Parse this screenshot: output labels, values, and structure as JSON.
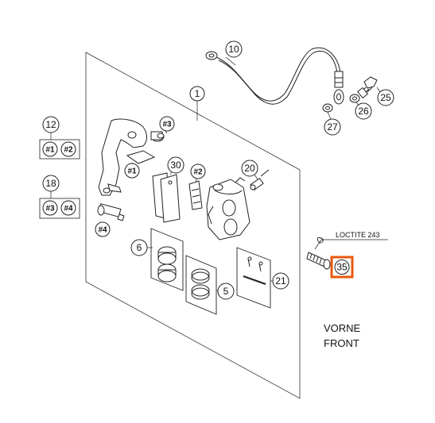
{
  "callouts": {
    "c1": "1",
    "c3": "#3",
    "c1b": "#1",
    "c2b": "#2",
    "c30": "30",
    "c20": "20",
    "c4": "#4",
    "c6": "6",
    "c5": "5",
    "c21": "21",
    "c10": "10",
    "c25": "25",
    "c26": "26",
    "c27": "27",
    "c12": "12",
    "c12a": "#1",
    "c12b": "#2",
    "c18": "18",
    "c18a": "#3",
    "c18b": "#4",
    "c35": "35"
  },
  "notes": {
    "loctite": "LOCTITE 243",
    "front_line1": "VORNE",
    "front_line2": "FRONT"
  },
  "colors": {
    "line": "#222222",
    "highlight": "#e8580c",
    "background": "#ffffff"
  }
}
